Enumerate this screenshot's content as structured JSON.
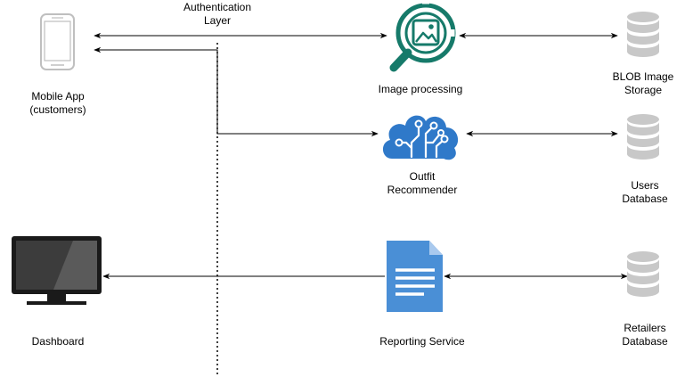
{
  "auth_layer": {
    "line1": "Authentication",
    "line2": "Layer"
  },
  "nodes": {
    "mobile_app": {
      "line1": "Mobile App",
      "line2": "(customers)"
    },
    "dashboard": {
      "line1": "Dashboard"
    },
    "image_processing": {
      "line1": "Image processing"
    },
    "outfit_recommender": {
      "line1": "Outfit",
      "line2": "Recommender"
    },
    "reporting_service": {
      "line1": "Reporting Service"
    },
    "blob_storage": {
      "line1": "BLOB Image",
      "line2": "Storage"
    },
    "users_db": {
      "line1": "Users",
      "line2": "Database"
    },
    "retailers_db": {
      "line1": "Retailers",
      "line2": "Database"
    }
  },
  "icons": {
    "mobile_app": "smartphone-icon",
    "dashboard": "monitor-icon",
    "image_processing": "image-search-icon",
    "outfit_recommender": "brain-cloud-icon",
    "reporting_service": "document-icon",
    "databases": "database-icon"
  },
  "colors": {
    "image_processing": "#167a6a",
    "outfit_recommender": "#2f79c9",
    "reporting_service": "#4a8fd6",
    "database": "#c8c8c8",
    "monitor": "#1a1a1a",
    "phone": "#bfbfbf"
  }
}
